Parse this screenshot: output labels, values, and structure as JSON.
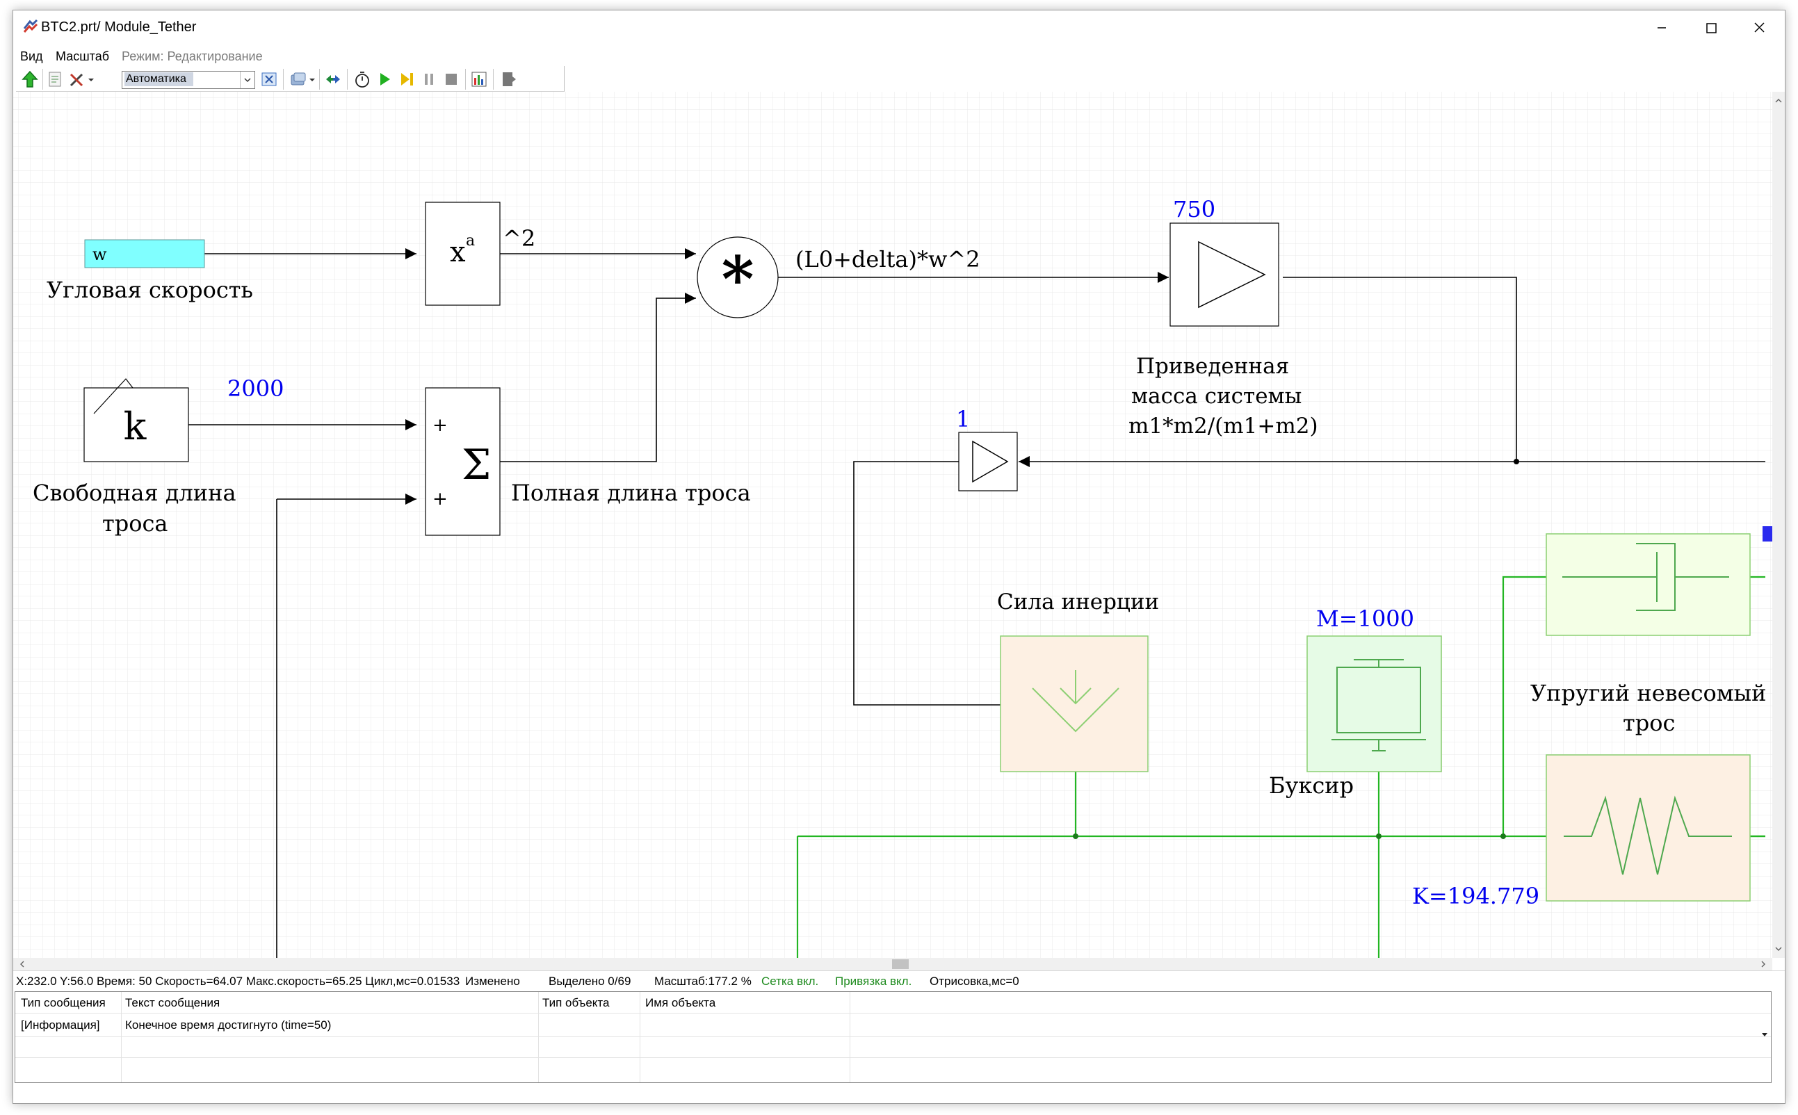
{
  "window": {
    "title": "BTC2.prt/ Module_Tether"
  },
  "menu": {
    "view": "Вид",
    "scale": "Масштаб",
    "mode": "Режим: Редактирование"
  },
  "toolbar": {
    "solver_value": "Автоматика"
  },
  "diagram": {
    "input_w_label": "w",
    "angular_speed": "Угловая скорость",
    "power_symbol": "x",
    "power_exp": "a",
    "power_out": "^2",
    "product_out": "(L0+delta)*w^2",
    "gain_750": "750",
    "reduced_mass_line1": "Приведенная",
    "reduced_mass_line2": "масса  системы",
    "reduced_mass_line3": "m1*m2/(m1+m2)",
    "gain_1": "1",
    "const_value": "2000",
    "const_symbol": "k",
    "free_length_line1": "Свободная длина",
    "free_length_line2": "троса",
    "sum_plus1": "+",
    "sum_plus2": "+",
    "sum_symbol": "Σ",
    "full_length": "Полная длина троса",
    "inertia_force": "Сила  инерции",
    "mass_value": "M=1000",
    "tug": "Буксир",
    "elastic_line1": "Упругий невесомый",
    "elastic_line2": "трос",
    "stiffness": "K=194.779",
    "product_symbol": "*"
  },
  "status": {
    "coords": "X:232.0  Y:56.0 Время: 50 Скорость=64.07 Макс.скорость=65.25 Цикл,мс=0.01533",
    "modified": "Изменено",
    "selected": "Выделено 0/69",
    "zoom": "Масштаб:177.2 %",
    "grid": "Сетка вкл.",
    "snap": "Привязка вкл.",
    "render": "Отрисовка,мс=0"
  },
  "messages": {
    "headers": [
      "Тип сообщения",
      "Текст сообщения",
      "Тип объекта",
      "Имя объекта"
    ],
    "rows": [
      {
        "type": "[Информация]",
        "text": "Конечное время достигнуто (time=50)",
        "obj_type": "",
        "obj_name": ""
      }
    ]
  },
  "colors": {
    "signal_line": "#000000",
    "power_line": "#23b623",
    "value_blue": "#0000ee",
    "input_fill": "#80ffff",
    "mech_fill": "#fdf0e3",
    "mech_stroke": "#8ccf72",
    "mass_fill": "#e6fbe6",
    "damper_fill": "#f4ffe6",
    "grid": "#e9e9e9"
  }
}
